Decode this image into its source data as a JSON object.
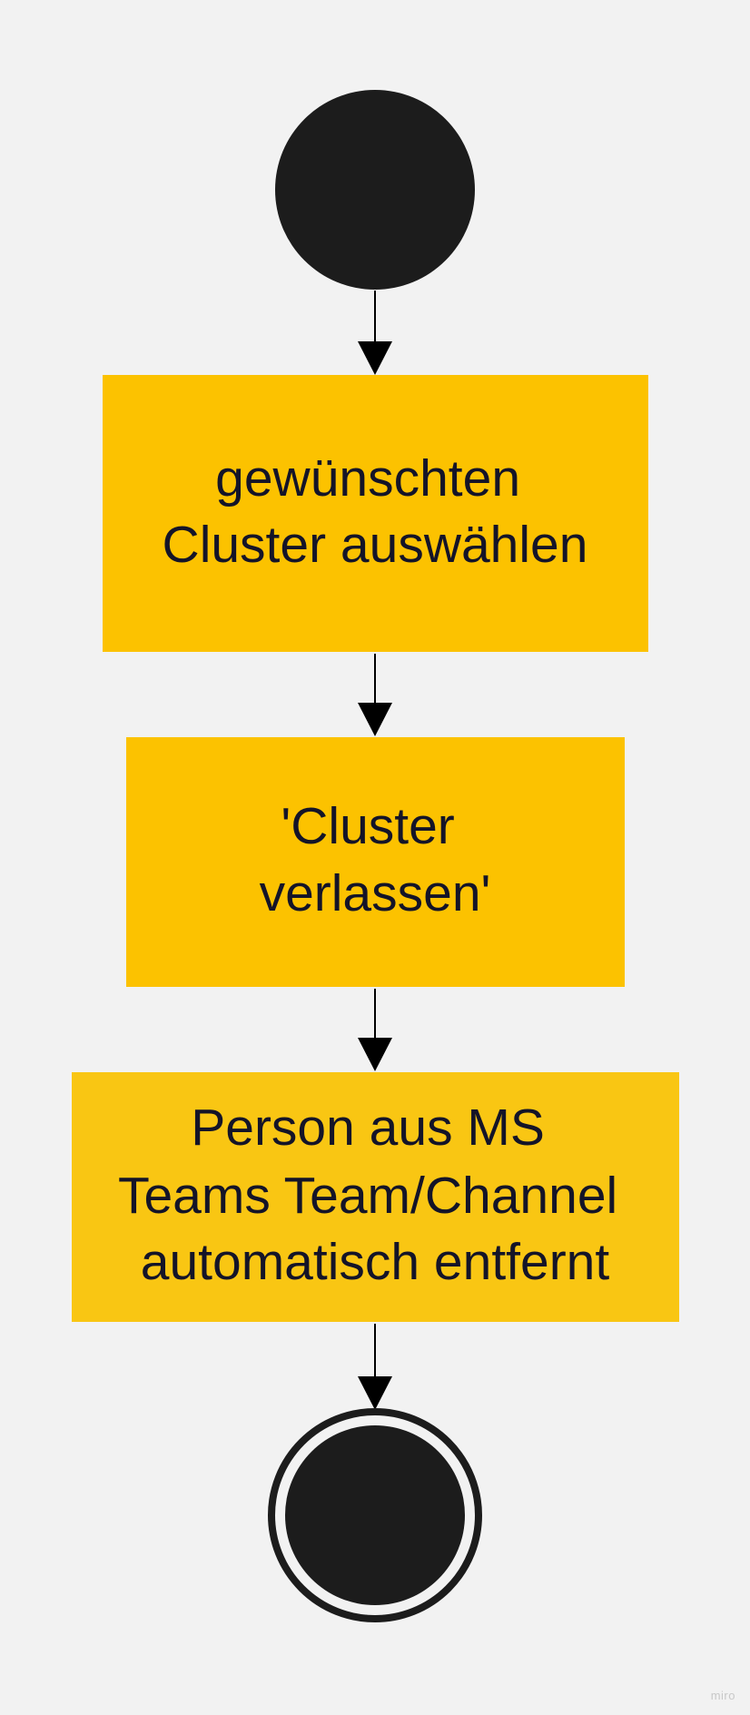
{
  "diagram": {
    "nodes": [
      {
        "id": "start",
        "kind": "start"
      },
      {
        "id": "step1",
        "kind": "action",
        "lines": [
          "gewünschten",
          "Cluster auswählen"
        ]
      },
      {
        "id": "step2",
        "kind": "action",
        "lines": [
          "'Cluster",
          "verlassen'"
        ]
      },
      {
        "id": "step3",
        "kind": "action",
        "lines": [
          "Person aus MS",
          "Teams Team/Channel",
          "automatisch entfernt"
        ]
      },
      {
        "id": "end",
        "kind": "end"
      }
    ],
    "edges": [
      {
        "from": "start",
        "to": "step1"
      },
      {
        "from": "step1",
        "to": "step2"
      },
      {
        "from": "step2",
        "to": "step3"
      },
      {
        "from": "step3",
        "to": "end"
      }
    ]
  },
  "colors": {
    "background": "#f2f2f2",
    "action_fill": "#fcc200",
    "action_fill_alt": "#f9c613",
    "node_dark": "#1c1c1c",
    "text": "#141428",
    "edge": "#000000"
  },
  "watermark": "miro"
}
